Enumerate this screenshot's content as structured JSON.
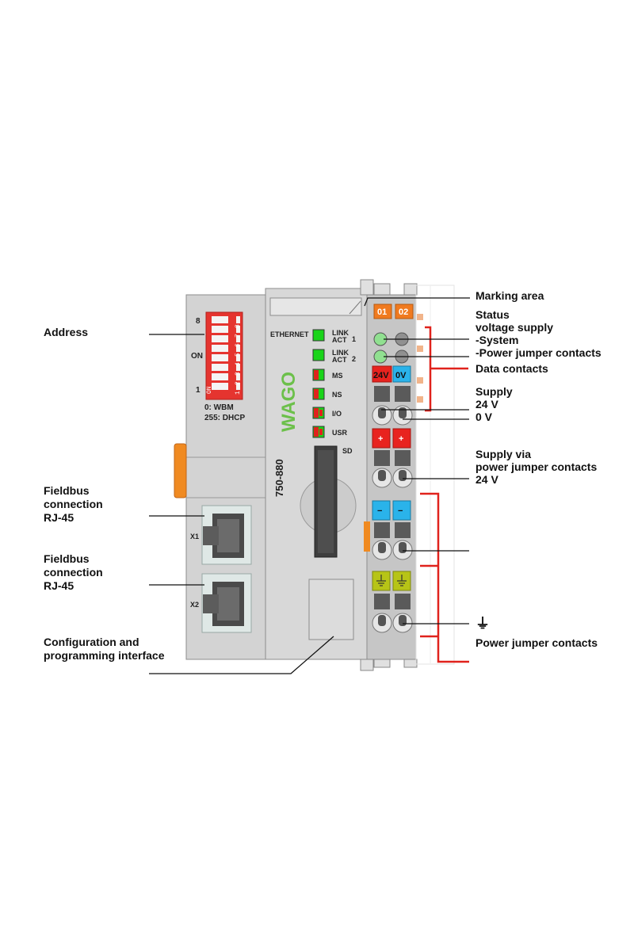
{
  "device": {
    "model": "750-880",
    "brand": "WAGO",
    "dip_switch": {
      "top_label": "8",
      "on_label": "ON",
      "bottom_label": "1",
      "on_text": "ON",
      "numbers": [
        "1",
        "2",
        "3",
        "4",
        "5",
        "6",
        "7",
        "8"
      ],
      "mode_wbm": "0: WBM",
      "mode_dhcp": "255: DHCP"
    },
    "ethernet_label": "ETHERNET",
    "leds": [
      {
        "label": "LINK\nACT",
        "port": "1",
        "colors": [
          "#19d419"
        ]
      },
      {
        "label": "LINK\nACT",
        "port": "2",
        "colors": [
          "#19d419"
        ]
      },
      {
        "label": "MS",
        "port": "",
        "colors": [
          "#e0221c",
          "#19d419"
        ]
      },
      {
        "label": "NS",
        "port": "",
        "colors": [
          "#e0221c",
          "#19d419"
        ]
      },
      {
        "label": "I/O",
        "port": "",
        "colors": [
          "#e0221c",
          "#19d419"
        ]
      },
      {
        "label": "USR",
        "port": "",
        "colors": [
          "#e0221c",
          "#19d419"
        ]
      }
    ],
    "sd_label": "SD",
    "port_x1": "X1",
    "port_x2": "X2",
    "status_tags": [
      "01",
      "02"
    ],
    "supply_tags": [
      "24V",
      "0V"
    ],
    "plus_tags": [
      "+",
      "+"
    ],
    "minus_tags": [
      "−",
      "−"
    ],
    "colors": {
      "housing": "#d3d3d3",
      "housing_dark": "#b9b9b9",
      "dip_red": "#e5342f",
      "tag_orange": "#f07a1f",
      "tag_red": "#e8231f",
      "tag_blue": "#2ab3ea",
      "tag_green": "#b7c417",
      "callout_red": "#e0221c",
      "wago_green": "#6cc04a"
    }
  },
  "callouts": {
    "left": [
      {
        "id": "address",
        "text": "Address"
      },
      {
        "id": "fieldbus1",
        "text": "Fieldbus\nconnection\nRJ-45"
      },
      {
        "id": "fieldbus2",
        "text": "Fieldbus\nconnection\nRJ-45"
      },
      {
        "id": "config",
        "text": "Configuration and\nprogramming interface"
      }
    ],
    "right": [
      {
        "id": "marking",
        "text": "Marking area"
      },
      {
        "id": "status",
        "text": "Status\nvoltage supply\n-System\n-Power jumper contacts"
      },
      {
        "id": "data",
        "text": "Data contacts"
      },
      {
        "id": "supply",
        "text": "Supply\n24 V\n0 V"
      },
      {
        "id": "supplyjumper",
        "text": "Supply via\npower jumper contacts\n24 V"
      },
      {
        "id": "ground",
        "text": "⏚"
      },
      {
        "id": "powerjumper",
        "text": "Power jumper contacts"
      }
    ]
  }
}
